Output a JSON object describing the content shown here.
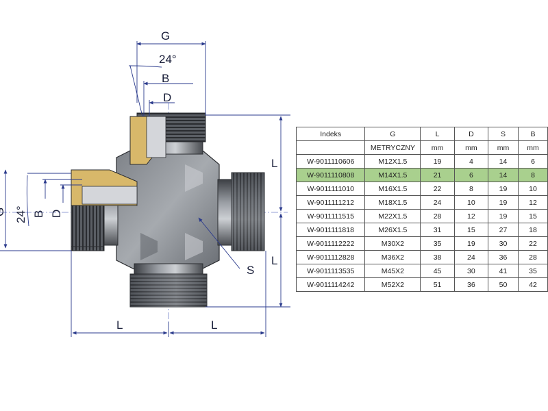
{
  "labels": {
    "G": "G",
    "angle": "24°",
    "B": "B",
    "D": "D",
    "L": "L",
    "S": "S"
  },
  "table": {
    "headers": [
      "Indeks",
      "G",
      "L",
      "D",
      "S",
      "B"
    ],
    "subheaders": [
      "",
      "METRYCZNY",
      "mm",
      "mm",
      "mm",
      "mm"
    ],
    "highlight_row": 1,
    "highlight_color": "#a9d08e",
    "rows": [
      [
        "W-9011110606",
        "M12X1.5",
        "19",
        "4",
        "14",
        "6"
      ],
      [
        "W-9011110808",
        "M14X1.5",
        "21",
        "6",
        "14",
        "8"
      ],
      [
        "W-9011111010",
        "M16X1.5",
        "22",
        "8",
        "19",
        "10"
      ],
      [
        "W-9011111212",
        "M18X1.5",
        "24",
        "10",
        "19",
        "12"
      ],
      [
        "W-9011111515",
        "M22X1.5",
        "28",
        "12",
        "19",
        "15"
      ],
      [
        "W-9011111818",
        "M26X1.5",
        "31",
        "15",
        "27",
        "18"
      ],
      [
        "W-9011112222",
        "M30X2",
        "35",
        "19",
        "30",
        "22"
      ],
      [
        "W-9011112828",
        "M36X2",
        "38",
        "24",
        "36",
        "28"
      ],
      [
        "W-9011113535",
        "M45X2",
        "45",
        "30",
        "41",
        "35"
      ],
      [
        "W-9011114242",
        "M52X2",
        "51",
        "36",
        "50",
        "42"
      ]
    ]
  },
  "colors": {
    "dimension_line": "#2a3a8c",
    "centerline": "#7080c8",
    "metal_dark": "#3a3d42",
    "metal_mid": "#8c9096",
    "metal_light": "#c9ccd0",
    "highlight": "#a9d08e"
  }
}
